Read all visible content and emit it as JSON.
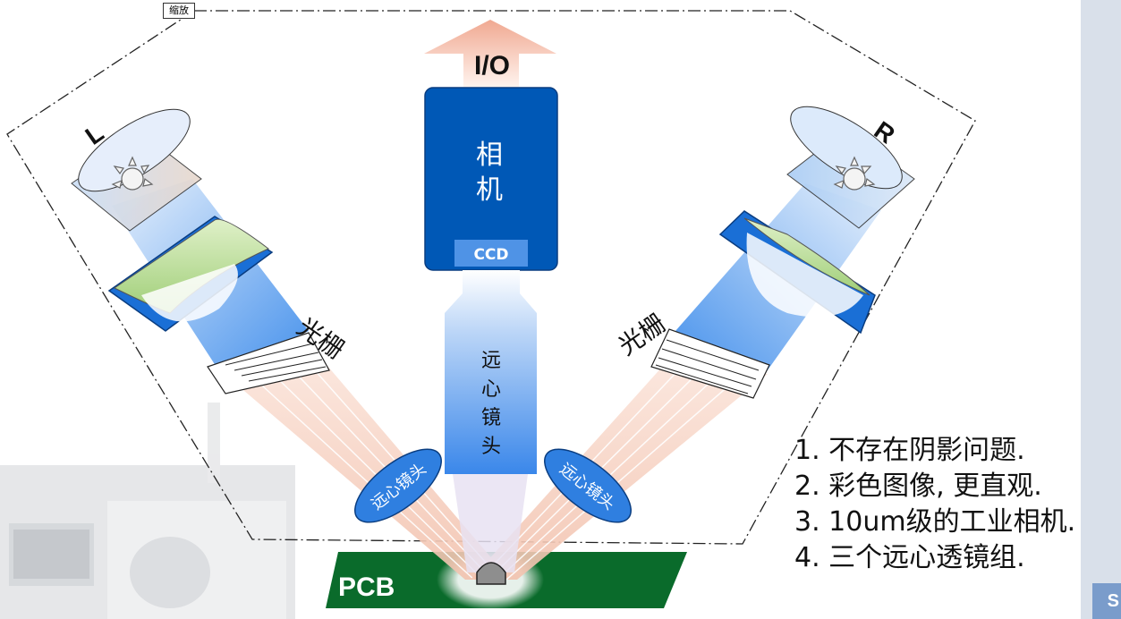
{
  "zoom_label": "缩放",
  "io_label": "I/O",
  "camera_label_line1": "相",
  "camera_label_line2": "机",
  "ccd_label": "CCD",
  "lens_center_chars": [
    "远",
    "心",
    "镜",
    "头"
  ],
  "left_projector_label": "L",
  "right_projector_label": "R",
  "left_grating_label": "光栅",
  "right_grating_label": "光栅",
  "left_lens_label": "远心镜头",
  "right_lens_label": "远心镜头",
  "pcb_label": "PCB",
  "points": [
    "1. 不存在阴影问题.",
    "2. 彩色图像, 更直观.",
    "3. 10um级的工业相机.",
    "4. 三个远心透镜组."
  ],
  "corner_badge": "S",
  "colors": {
    "camera_blue": "#0058b6",
    "lens_blue": "#5a9ef0",
    "pcb_green": "#0a6b2b",
    "io_arrow": "#f6c3b3"
  }
}
